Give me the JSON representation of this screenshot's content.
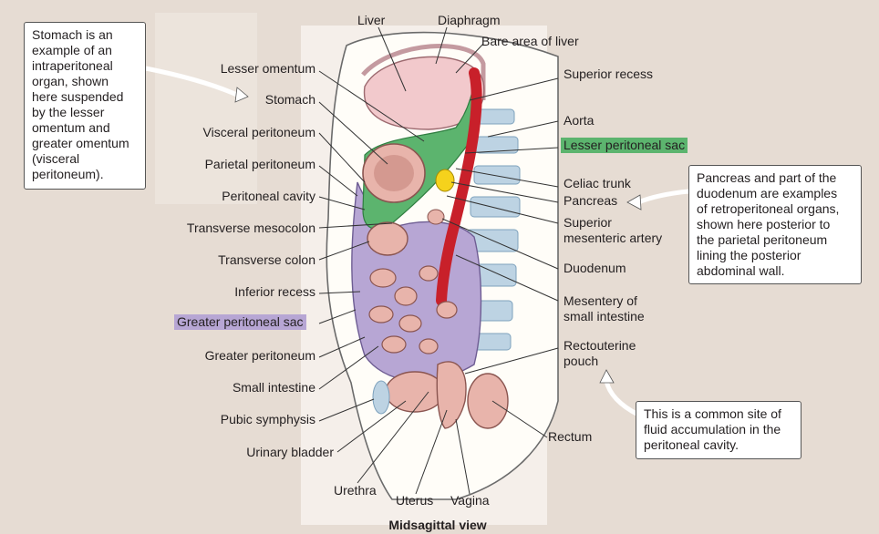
{
  "labels": {
    "liver": "Liver",
    "diaphragm": "Diaphragm",
    "bare_area": "Bare area of liver",
    "superior_recess": "Superior recess",
    "aorta": "Aorta",
    "lesser_sac": "Lesser peritoneal sac",
    "celiac_trunk": "Celiac trunk",
    "pancreas": "Pancreas",
    "sma_1": "Superior",
    "sma_2": "mesenteric artery",
    "duodenum": "Duodenum",
    "mesentery_1": "Mesentery of",
    "mesentery_2": "small intestine",
    "rectouterine_1": "Rectouterine",
    "rectouterine_2": "pouch",
    "rectum": "Rectum",
    "lesser_omentum": "Lesser omentum",
    "stomach": "Stomach",
    "visceral_peritoneum": "Visceral peritoneum",
    "parietal_peritoneum": "Parietal peritoneum",
    "peritoneal_cavity": "Peritoneal cavity",
    "transverse_mesocolon": "Transverse mesocolon",
    "transverse_colon": "Transverse colon",
    "inferior_recess": "Inferior recess",
    "greater_sac": "Greater peritoneal sac",
    "greater_peritoneum": "Greater peritoneum",
    "small_intestine": "Small intestine",
    "pubic_symphysis": "Pubic symphysis",
    "urinary_bladder": "Urinary bladder",
    "urethra": "Urethra",
    "uterus": "Uterus",
    "vagina": "Vagina"
  },
  "callouts": {
    "stomach_note": "Stomach is an\nexample of an\nintraperitoneal\norgan, shown\nhere suspended\nby the lesser\nomentum and\ngreater omentum\n(visceral\nperitoneum).",
    "pancreas_note": "Pancreas and part of the\nduodenum are examples\nof retroperitoneal organs,\nshown here posterior to\nthe parietal peritoneum\nlining the posterior\nabdominal wall.",
    "pouch_note": "This is a common site of\nfluid accumulation in the\nperitoneal cavity."
  },
  "caption": "Midsagittal view",
  "colors": {
    "background": "#e6dcd3",
    "lesser_sac_green": "#5cb46e",
    "greater_sac_purple": "#b7a6d4",
    "liver_pink": "#f2c9cc",
    "organ_pink": "#e8b4ab",
    "aorta_red": "#c8202a",
    "pancreas_yellow": "#f5d21c",
    "bone_blue": "#bdd3e3"
  }
}
